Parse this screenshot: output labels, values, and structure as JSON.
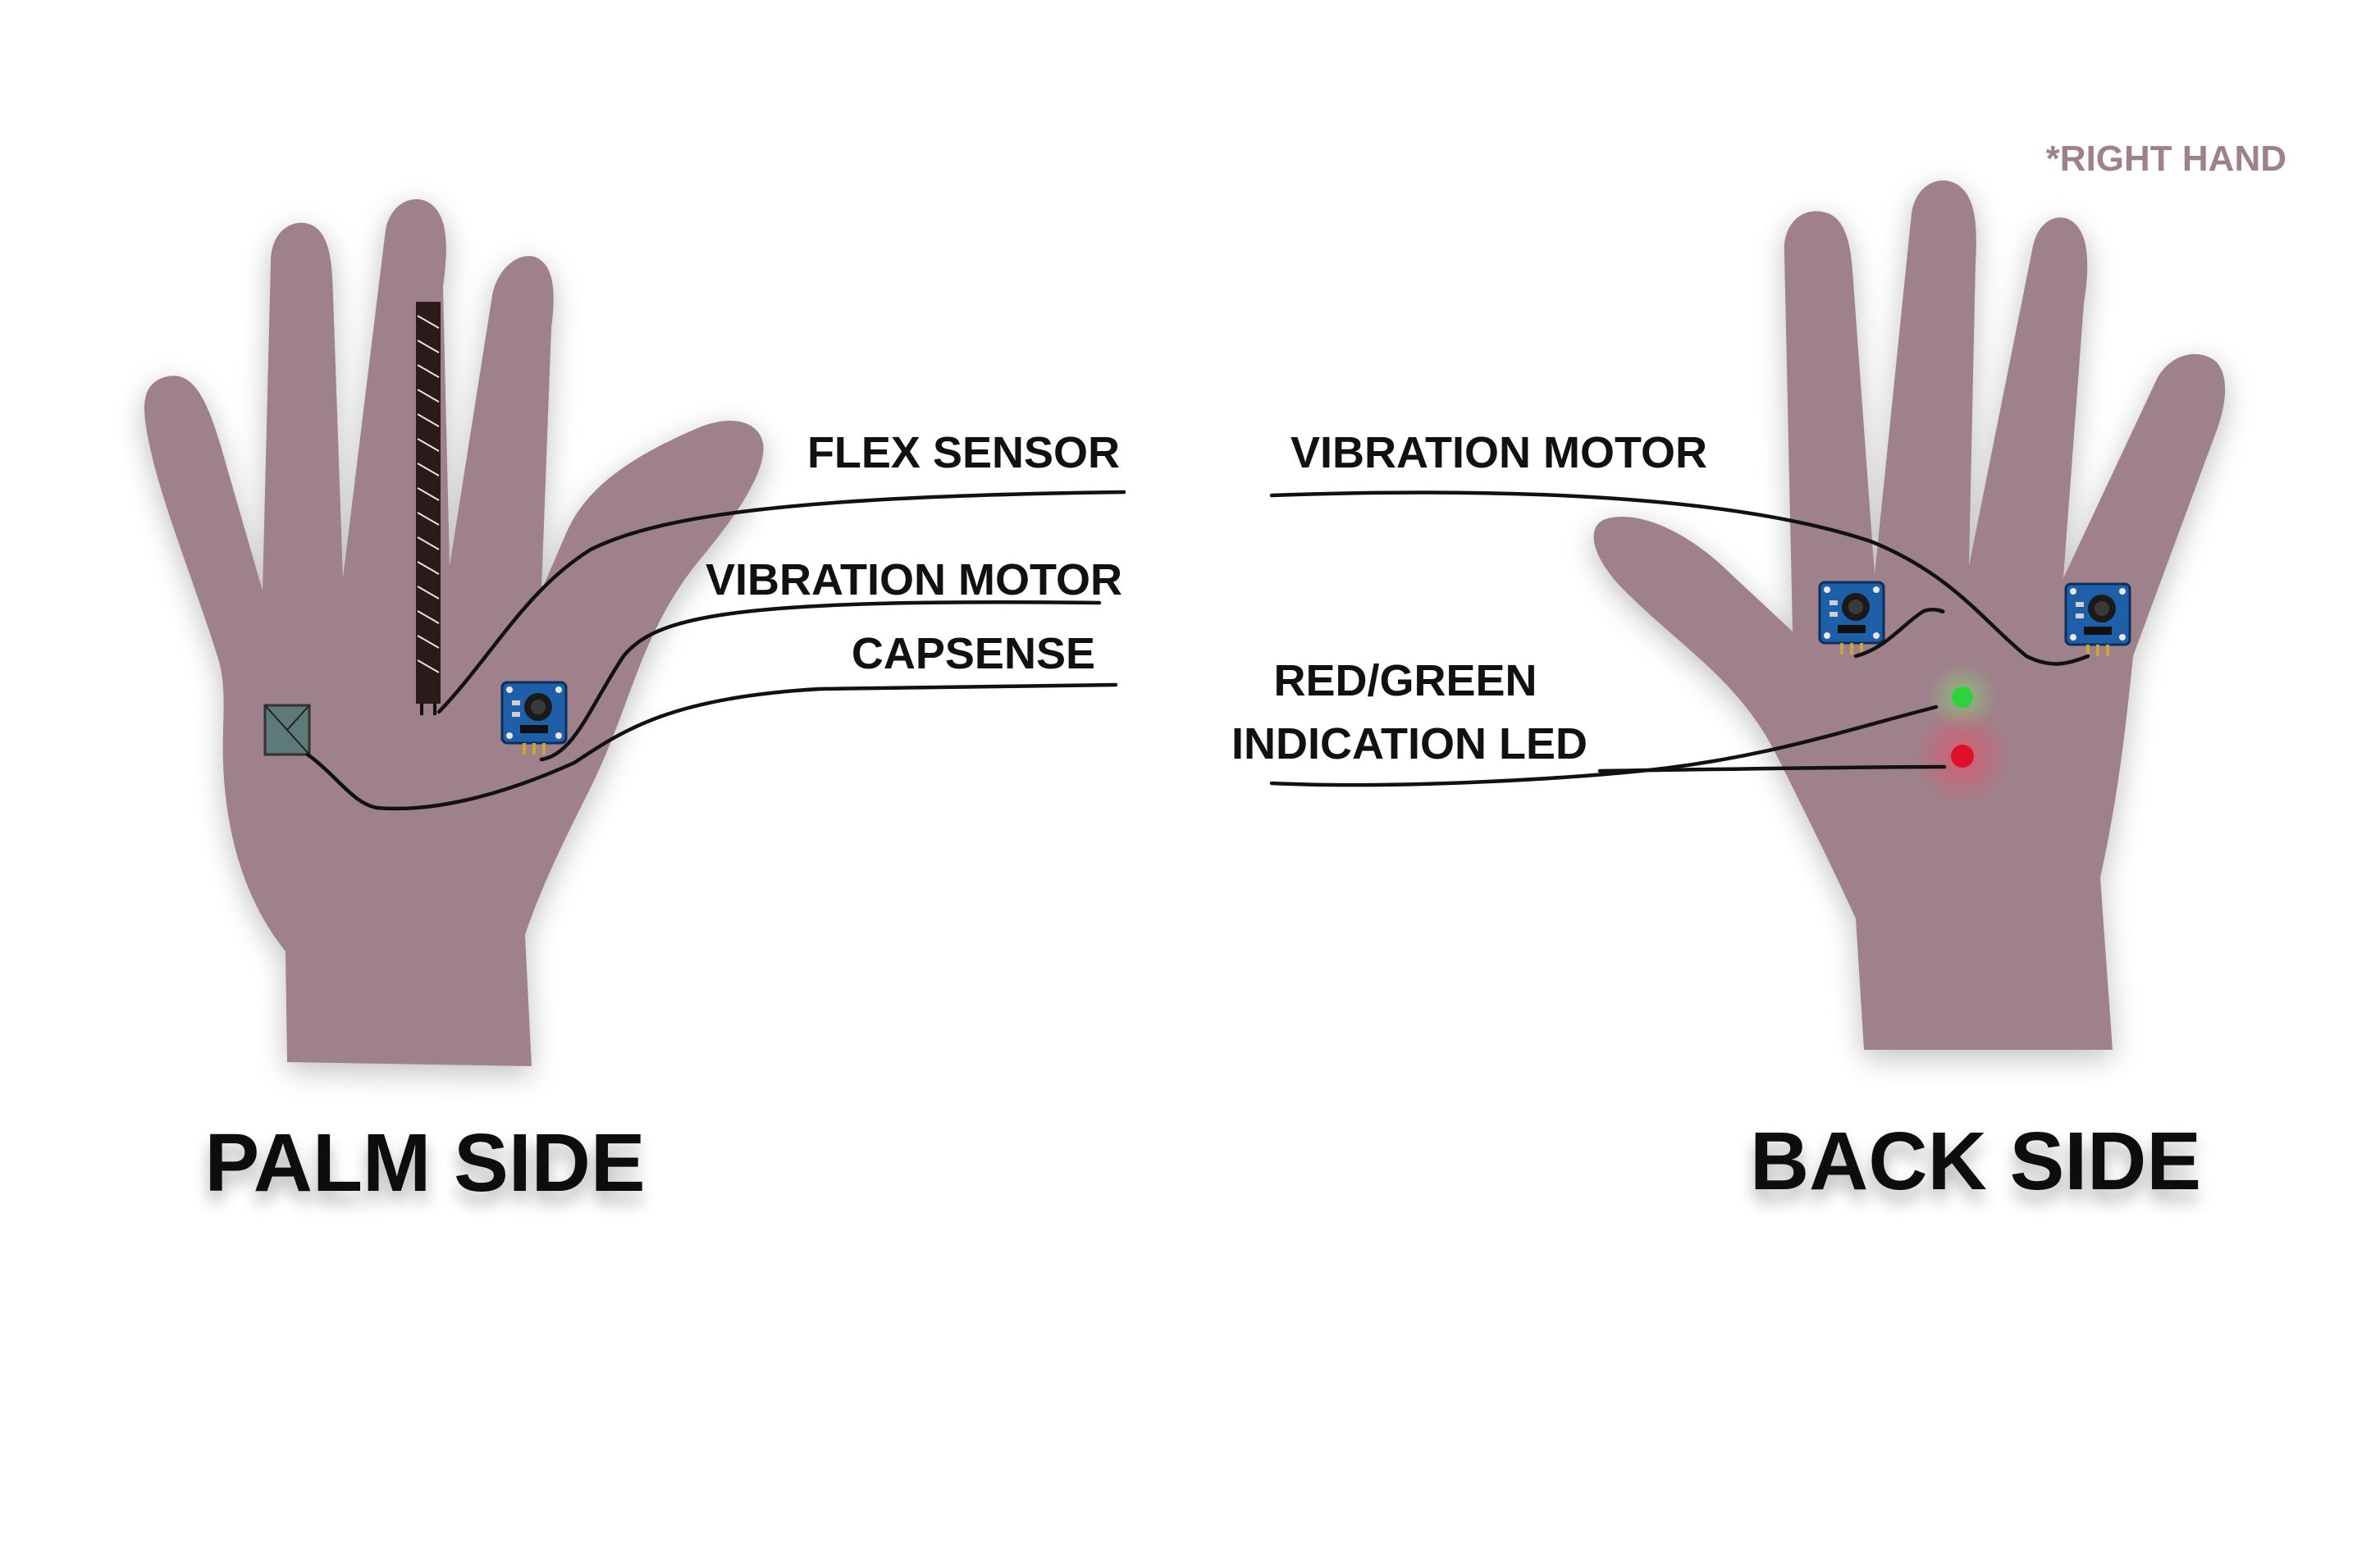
{
  "colors": {
    "hand": "#9f818b",
    "wire": "#111111",
    "module": "#1f5fa8",
    "led_green": "#2fd23a",
    "led_red": "#e0102c",
    "note": "#9f818b",
    "capsense_pad": "#5e7a78"
  },
  "note": "*RIGHT HAND",
  "palm": {
    "title": "PALM SIDE",
    "labels": {
      "flex_sensor": "FLEX SENSOR",
      "vibration_motor": "VIBRATION MOTOR",
      "capsense": "CAPSENSE"
    }
  },
  "back": {
    "title": "BACK SIDE",
    "labels": {
      "vibration_motor": "VIBRATION MOTOR",
      "led_line1": "RED/GREEN",
      "led_line2": "INDICATION LED"
    }
  }
}
